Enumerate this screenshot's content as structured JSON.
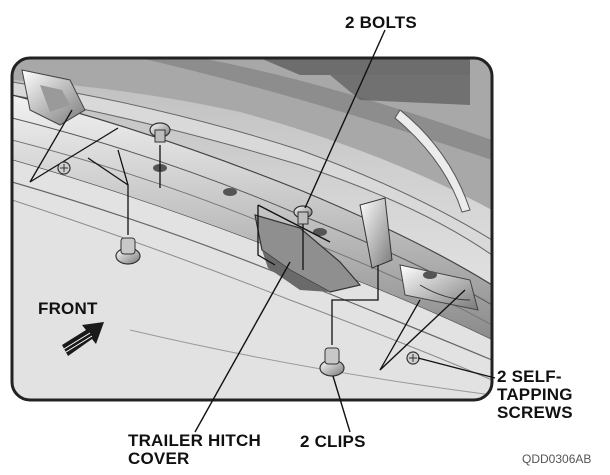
{
  "labels": {
    "bolts": "2 BOLTS",
    "front": "FRONT",
    "self_tapping_1": "2 SELF-",
    "self_tapping_2": "TAPPING",
    "self_tapping_3": "SCREWS",
    "trailer_hitch_1": "TRAILER HITCH",
    "trailer_hitch_2": "COVER",
    "clips": "2 CLIPS",
    "figure_code": "QDD0306AB"
  },
  "colors": {
    "frame": "#222222",
    "bumper_light": "#e6e6e6",
    "bumper_mid": "#b4b4b4",
    "bumper_dark": "#6f6f6f",
    "background_shade": "#cfcfcf"
  },
  "icons": [
    "front-direction-arrow-icon",
    "bolt-icon",
    "clip-icon",
    "screw-icon"
  ]
}
